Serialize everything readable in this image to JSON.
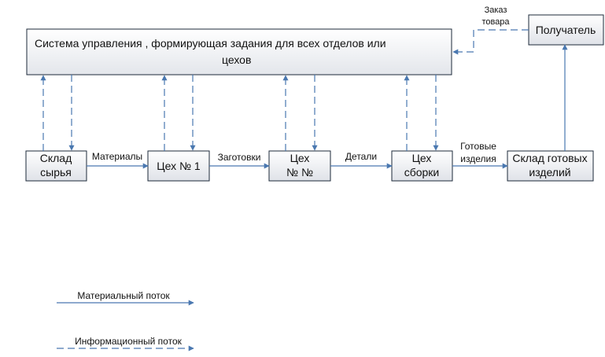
{
  "system": {
    "line1": "Система управления   , формирующая задания для всех отделов или",
    "line2": "цехов"
  },
  "recipient": "Получатель",
  "order": {
    "line1": "Заказ",
    "line2": "товара"
  },
  "nodes": {
    "raw_warehouse": {
      "line1": "Склад",
      "line2": "сырья"
    },
    "shop1": {
      "line1": "Цех № 1"
    },
    "shopN": {
      "line1": "Цех",
      "line2": "№ №"
    },
    "assembly": {
      "line1": "Цех",
      "line2": "сборки"
    },
    "finished_warehouse": {
      "line1": "Склад готовых",
      "line2": "изделий"
    }
  },
  "edges": {
    "materials": "Материалы",
    "blanks": "Заготовки",
    "details": "Детали",
    "finished_goods": {
      "line1": "Готовые",
      "line2": "изделия"
    }
  },
  "legend": {
    "material_flow": "Материальный поток",
    "info_flow": "Информационный поток"
  },
  "colors": {
    "arrow": "#4a78b0",
    "box_top": "#ffffff",
    "box_bottom": "#dcdfe5"
  }
}
